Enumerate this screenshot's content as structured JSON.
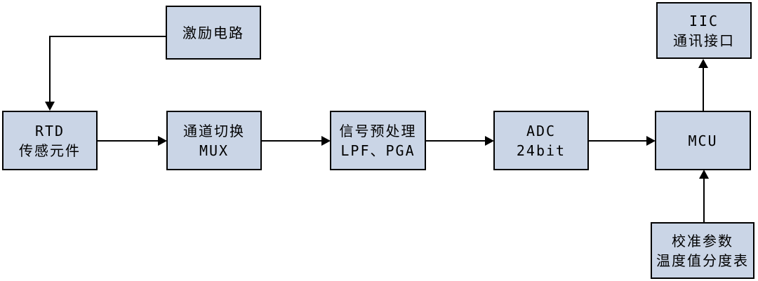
{
  "diagram": {
    "title": "RTD temperature measurement system block diagram",
    "background_color": "#FFFFFF",
    "box_fill_color": "#CAD5E6",
    "box_border_color": "#000000",
    "arrow_color": "#000000",
    "text_color": "#000000",
    "nodes": {
      "excitation": {
        "lines": [
          "激励电路"
        ]
      },
      "rtd": {
        "lines": [
          "RTD",
          "传感元件"
        ]
      },
      "mux": {
        "lines": [
          "通道切换",
          "MUX"
        ]
      },
      "preprocess": {
        "lines": [
          "信号预处理",
          "LPF、PGA"
        ]
      },
      "adc": {
        "lines": [
          "ADC",
          "24bit"
        ]
      },
      "mcu": {
        "lines": [
          "MCU"
        ]
      },
      "iic": {
        "lines": [
          "IIC",
          "通讯接口"
        ]
      },
      "calibration": {
        "lines": [
          "校准参数",
          "温度值分度表"
        ]
      }
    },
    "edges": [
      {
        "from": "excitation",
        "to": "rtd"
      },
      {
        "from": "rtd",
        "to": "mux"
      },
      {
        "from": "mux",
        "to": "preprocess"
      },
      {
        "from": "preprocess",
        "to": "adc"
      },
      {
        "from": "adc",
        "to": "mcu"
      },
      {
        "from": "mcu",
        "to": "iic"
      },
      {
        "from": "calibration",
        "to": "mcu"
      }
    ]
  }
}
